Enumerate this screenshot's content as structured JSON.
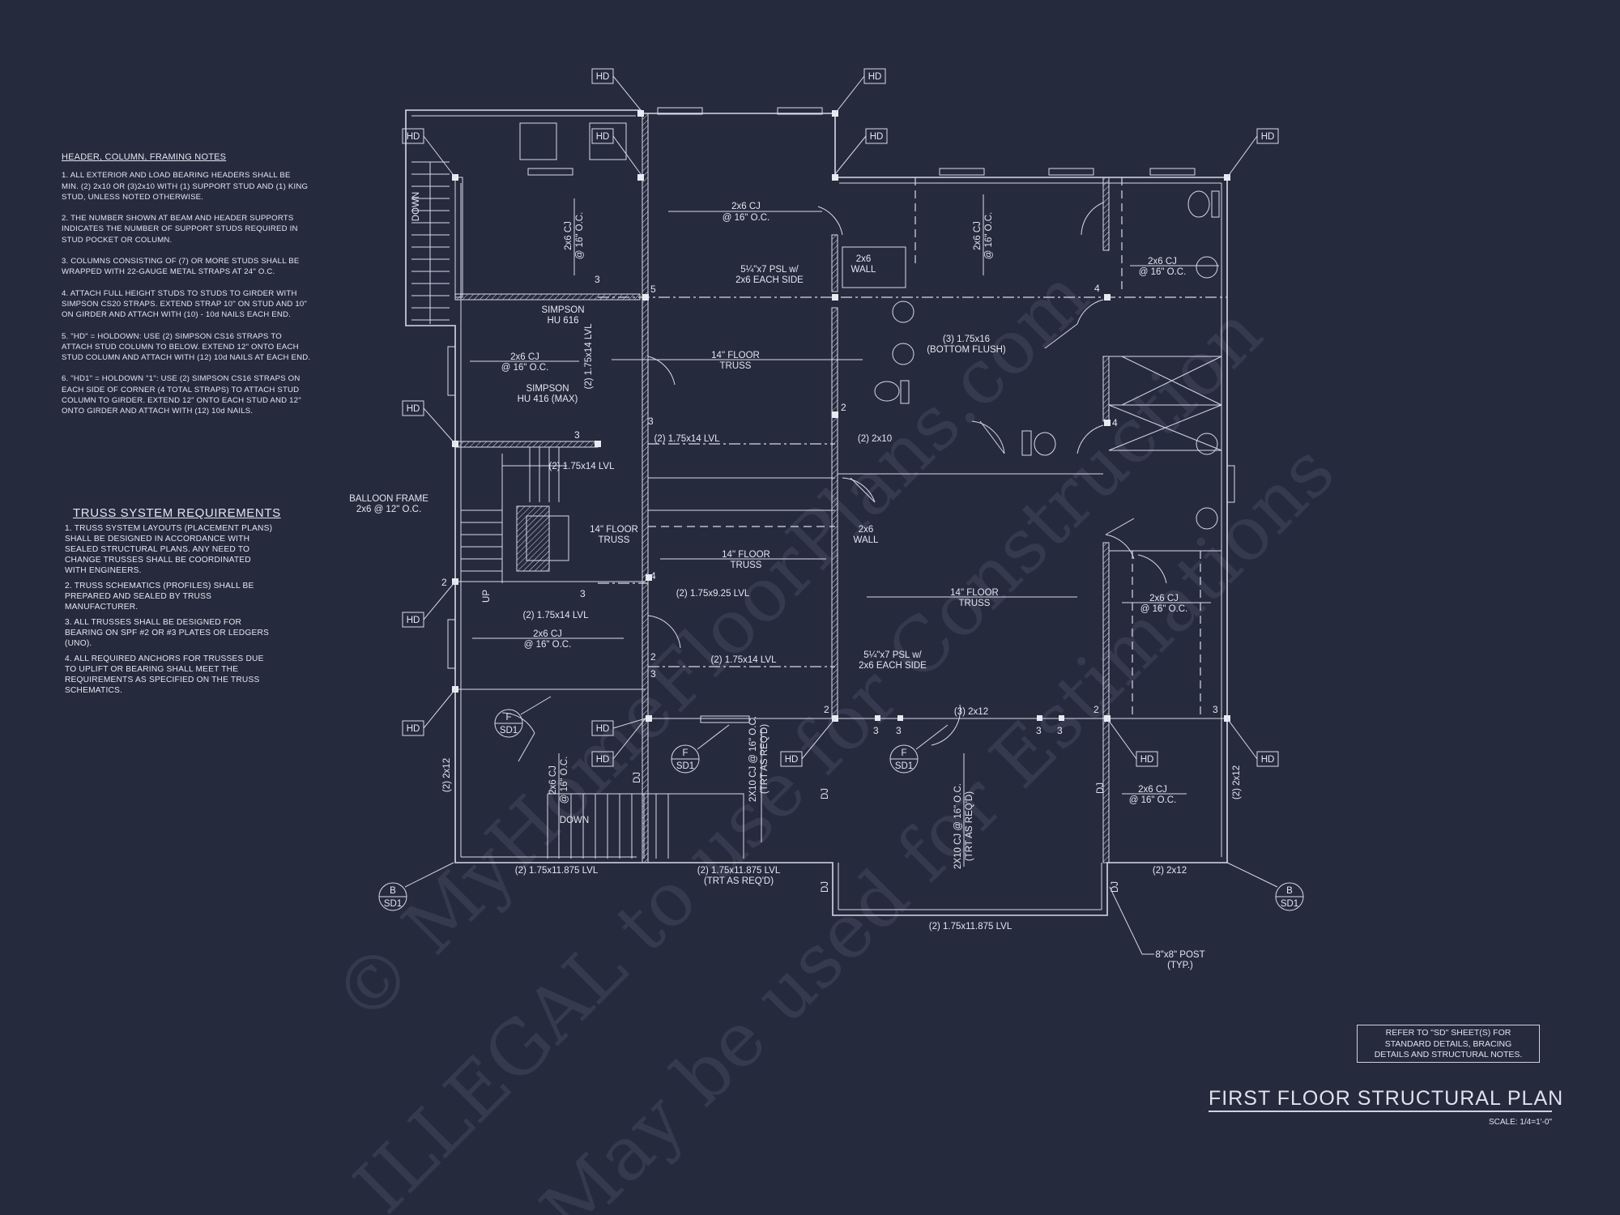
{
  "colors": {
    "background": "#262a3d",
    "linework": "#d6dae6"
  },
  "header_notes": {
    "title": "HEADER, COLUMN, FRAMING NOTES",
    "items": [
      [
        "1. ALL EXTERIOR AND LOAD BEARING HEADERS SHALL BE",
        "MIN. (2) 2x10 OR (3)2x10 WITH (1) SUPPORT STUD AND (1) KING",
        "STUD, UNLESS NOTED OTHERWISE."
      ],
      [
        "2. THE NUMBER SHOWN AT BEAM AND HEADER SUPPORTS",
        "INDICATES THE NUMBER OF SUPPORT STUDS REQUIRED IN",
        "STUD POCKET OR COLUMN."
      ],
      [
        "3. COLUMNS CONSISTING OF (7) OR MORE STUDS SHALL BE",
        "WRAPPED WITH 22-GAUGE METAL STRAPS AT 24\" O.C."
      ],
      [
        "4. ATTACH FULL HEIGHT STUDS TO STUDS TO GIRDER WITH",
        "SIMPSON CS20 STRAPS. EXTEND STRAP 10\" ON STUD AND 10\"",
        "ON GIRDER AND ATTACH WITH (10) - 10d NAILS EACH END."
      ],
      [
        "5. \"HD\" = HOLDOWN: USE (2) SIMPSON CS16 STRAPS TO",
        "ATTACH STUD COLUMN TO BELOW. EXTEND 12\" ONTO EACH",
        "STUD COLUMN AND ATTACH WITH (12) 10d NAILS AT EACH END."
      ],
      [
        "6. \"HD1\" = HOLDOWN \"1\": USE (2) SIMPSON CS16 STRAPS ON",
        "EACH SIDE OF CORNER (4 TOTAL STRAPS) TO ATTACH STUD",
        "COLUMN TO GIRDER. EXTEND 12\" ONTO EACH STUD AND 12\"",
        "ONTO GIRDER AND ATTACH WITH (12) 10d NAILS."
      ]
    ]
  },
  "truss_notes": {
    "title": "TRUSS SYSTEM REQUIREMENTS",
    "items": [
      [
        "1. TRUSS SYSTEM LAYOUTS (PLACEMENT PLANS)",
        "SHALL BE DESIGNED IN ACCORDANCE WITH",
        "SEALED STRUCTURAL PLANS. ANY NEED TO",
        "CHANGE TRUSSES SHALL BE COORDINATED",
        "WITH  ENGINEERS."
      ],
      [
        "2. TRUSS SCHEMATICS (PROFILES) SHALL BE",
        "PREPARED AND SEALED BY TRUSS",
        "MANUFACTURER."
      ],
      [
        "3. ALL TRUSSES SHALL BE DESIGNED FOR",
        "BEARING ON SPF #2 OR #3 PLATES OR LEDGERS",
        "(UNO)."
      ],
      [
        "4. ALL REQUIRED ANCHORS FOR TRUSSES DUE",
        "TO UPLIFT OR BEARING SHALL MEET THE",
        "REQUIREMENTS AS SPECIFIED ON THE TRUSS",
        "SCHEMATICS."
      ]
    ]
  },
  "refer_note": [
    "REFER TO \"SD\"  SHEET(S) FOR",
    "STANDARD DETAILS, BRACING",
    "DETAILS AND STRUCTURAL NOTES."
  ],
  "sheet_title": "FIRST FLOOR STRUCTURAL PLAN",
  "scale": "SCALE: 1/4=1'-0\"",
  "watermark": [
    "© MyHomeFloorPlans.com",
    "ILLEGAL to use for Construction",
    "May be used for Estimations"
  ],
  "plan": {
    "hd": "HD",
    "section_b": {
      "letter": "B",
      "sheet": "SD1"
    },
    "section_f": {
      "letter": "F",
      "sheet": "SD1"
    },
    "stair_down": "DOWN",
    "stair_up": "UP",
    "dj": "DJ",
    "cj_2x6": [
      "2x6 CJ",
      "@ 16\" O.C."
    ],
    "floor_truss": [
      "14\" FLOOR",
      "TRUSS"
    ],
    "psl": [
      "5¼\"x7 PSL w/",
      "2x6 EACH SIDE"
    ],
    "wall_2x6": [
      "2x6",
      "WALL"
    ],
    "simpson_616": [
      "SIMPSON",
      "HU 616"
    ],
    "simpson_416": [
      "SIMPSON",
      "HU 416 (MAX)"
    ],
    "lvl_14": "(2) 1.75x14 LVL",
    "lvl_925": "(2) 1.75x9.25 LVL",
    "lvl_16": [
      "(3) 1.75x16",
      "(BOTTOM FLUSH)"
    ],
    "hdr_2x10": "(2) 2x10",
    "balloon": [
      "BALLOON FRAME",
      "2x6 @ 12\" O.C."
    ],
    "hdr_3_2x12": "(3) 2x12",
    "hdr_2_2x12": "(2) 2x12",
    "cj_2x10": [
      "2X10 CJ @ 16\" O.C.",
      "(TRT AS REQ'D)"
    ],
    "lvl_11875": "(2) 1.75x11.875 LVL",
    "lvl_11875_trt": [
      "(2) 1.75x11.875 LVL",
      "(TRT AS REQ'D)"
    ],
    "post": [
      "8\"x8\" POST",
      "(TYP.)"
    ],
    "studs": [
      "2",
      "3",
      "4",
      "5"
    ]
  }
}
